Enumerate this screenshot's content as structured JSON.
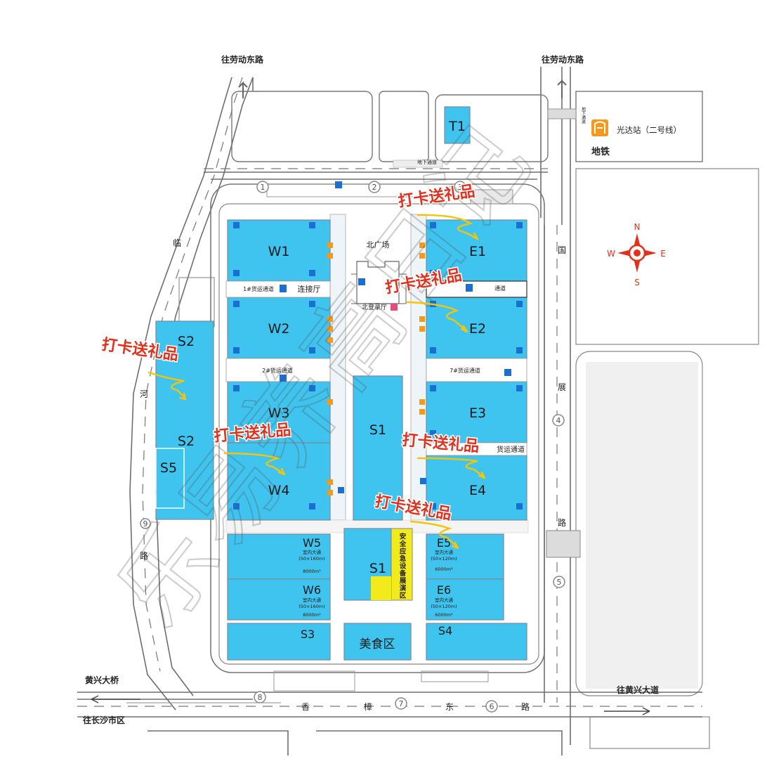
{
  "roads": {
    "north_left": "往劳动东路",
    "north_right": "往劳动东路",
    "west_road": [
      "临",
      "河",
      "路"
    ],
    "east_road": [
      "国",
      "展",
      "路"
    ],
    "south_road": [
      "香",
      "樟",
      "东",
      "路"
    ],
    "bridge": "黄兴大桥",
    "to_changsha": "往长沙市区",
    "to_huangxing": "往黄兴大道",
    "underpass_top": "地下通道",
    "underpass_metro": "地下通道"
  },
  "metro": {
    "station": "光达站（二号线）",
    "label": "地铁",
    "color": "#f39a1e"
  },
  "compass": {
    "n": "N",
    "s": "S",
    "e": "E",
    "w": "W",
    "color": "#e0301e"
  },
  "plaza": {
    "north_square": "北广场",
    "registration": "北登录厅",
    "connector": "连接厅"
  },
  "passages": {
    "p1": "1#货运通道",
    "p2": "2#货运通道",
    "p7": "7#货运通道",
    "p6": "通道",
    "p5": "货运通道"
  },
  "halls": {
    "T1": "T1",
    "W1": "W1",
    "W2": "W2",
    "W3": "W3",
    "W4": "W4",
    "E1": "E1",
    "E2": "E2",
    "E3": "E3",
    "E4": "E4",
    "S1_top": "S1",
    "S1_bottom": "S1",
    "S2_top": "S2",
    "S2_bottom": "S2",
    "S5": "S5",
    "S3": "S3",
    "S4": "S4",
    "W5": "W5",
    "W6": "W6",
    "E5": "E5",
    "E6": "E6",
    "food": "美食区"
  },
  "hall_details": {
    "W5_type": "室内大通",
    "W5_size": "(50×160m)",
    "W5_area": "8000m²",
    "W6_type": "室内大通",
    "W6_size": "(50×160m)",
    "W6_area": "8000m²",
    "E5_type": "室内大通",
    "E5_size": "(50×120m)",
    "E5_area": "6000m²",
    "E6_type": "室内大通",
    "E6_size": "(50×120m)",
    "E6_area": "6000m²"
  },
  "safety_zone": "安全应急设备展演区",
  "checkin_text": "打卡送礼品",
  "watermark": "乐易养高日记",
  "gates": [
    "1",
    "2",
    "3",
    "4",
    "5",
    "6",
    "7",
    "8",
    "9"
  ],
  "colors": {
    "hall": "#3fc4ef",
    "safety": "#f2ea1c",
    "checkin": "#e0301e",
    "arrow": "#f2c40c"
  }
}
